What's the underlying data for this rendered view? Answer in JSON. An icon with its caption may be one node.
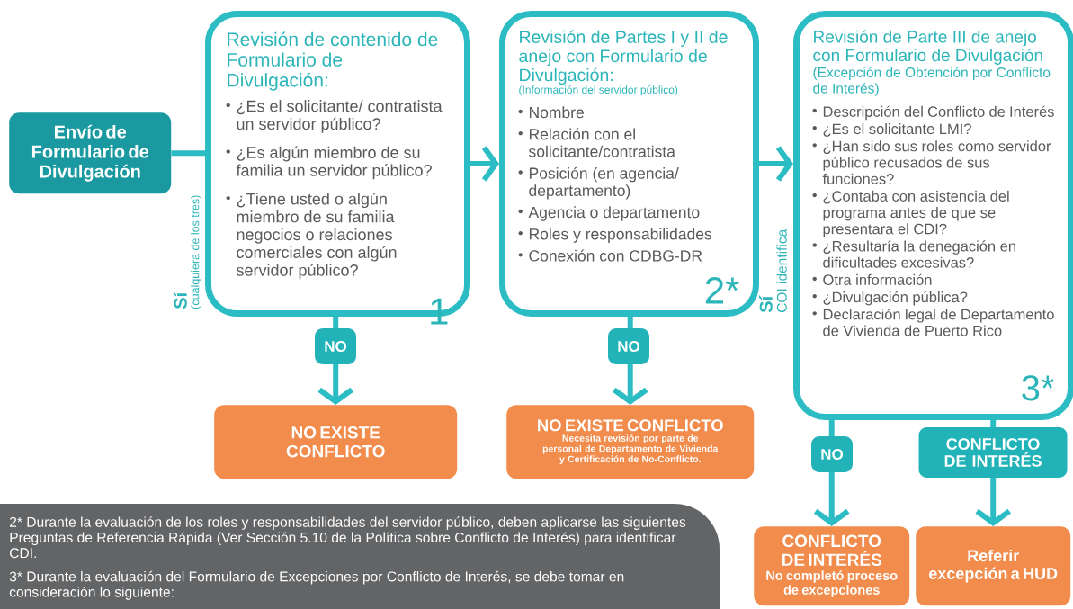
{
  "diagram": {
    "nodes": [
      {
        "text": [
          "Envío de Formulario de Divulgación"
        ]
      },
      {
        "text": [
          "Revisión de contenido de Formulario de Divulgación:",
          "¿Es el solicitante/ contratista un servidor público?",
          "¿Es algún miembro de su familia un servidor público?",
          "¿Tiene usted o algún miembro de su familia negocios o relaciones comerciales con algún servidor público?",
          "1"
        ]
      },
      {
        "text": [
          "Revisión de Partes I y II de anejo con Formulario de Divulgación:",
          "(Información del servidor público)",
          "Nombre",
          "Relación con el solicitante/contratista",
          "Posición (en agencia/ departamento)",
          "Agencia o departamento",
          "Roles y responsabilidades",
          "Conexión con CDBG-DR",
          "2*"
        ]
      },
      {
        "text": [
          "Revisión de Parte III de anejo con Formulario de Divulgación",
          "(Excepción de Obtención por Conflicto de Interés)",
          "Descripción del Conflicto de Interés",
          "¿Es el solicitante LMI?",
          "¿Han sido sus roles como servidor público recusados de sus funciones?",
          "¿Contaba con asistencia del programa antes de que se presentara el CDI?",
          "¿Resultaría la denegación en dificultades excesivas?",
          "Otra información",
          "¿Divulgación pública?",
          "Declaración legal de Departamento de Vivienda de Puerto Rico",
          "3*"
        ]
      },
      {
        "text": [
          "NO EXISTE CONFLICTO"
        ]
      },
      {
        "text": [
          "NO EXISTE CONFLICTO",
          "Necesita revisión por parte de personal de Departamento de Vivienda y Certificación de No-Conflicto."
        ]
      },
      {
        "text": [
          "CONFLICTO DE INTERÉS",
          "No completó proceso de excepciones"
        ]
      },
      {
        "text": [
          "Referir excepción a HUD"
        ]
      },
      {
        "text": [
          "2* Durante la evaluación de los roles y responsabilidades del servidor público, deben aplicarse las siguientes Preguntas de Referencia Rápida (Ver Sección 5.10 de la Política sobre Conflicto de Interés) para identificar CDI.",
          "3* Durante la evaluación del Formulario de Excepciones por Conflicto de Interés, se debe tomar en consideración lo siguiente:"
        ]
      }
    ],
    "edges": [
      {
        "from": 0,
        "to": 1,
        "arrow": "none"
      },
      {
        "from": 1,
        "to": 2,
        "arrow": "to"
      },
      {
        "from": 2,
        "to": 3,
        "arrow": "to"
      },
      {
        "from": 1,
        "to": 4,
        "arrow": "to",
        "label": "NO"
      },
      {
        "from": 2,
        "to": 5,
        "arrow": "to",
        "label": "NO"
      },
      {
        "from": 3,
        "to": 6,
        "arrow": "to",
        "label": "NO"
      },
      {
        "from": 3,
        "to": 7,
        "arrow": "to",
        "label": "CONFLICTO DE INTERÉS"
      }
    ],
    "labels": [
      "Sí",
      "(cualquiera de los tres)",
      "Sí",
      "COI identifica"
    ]
  }
}
